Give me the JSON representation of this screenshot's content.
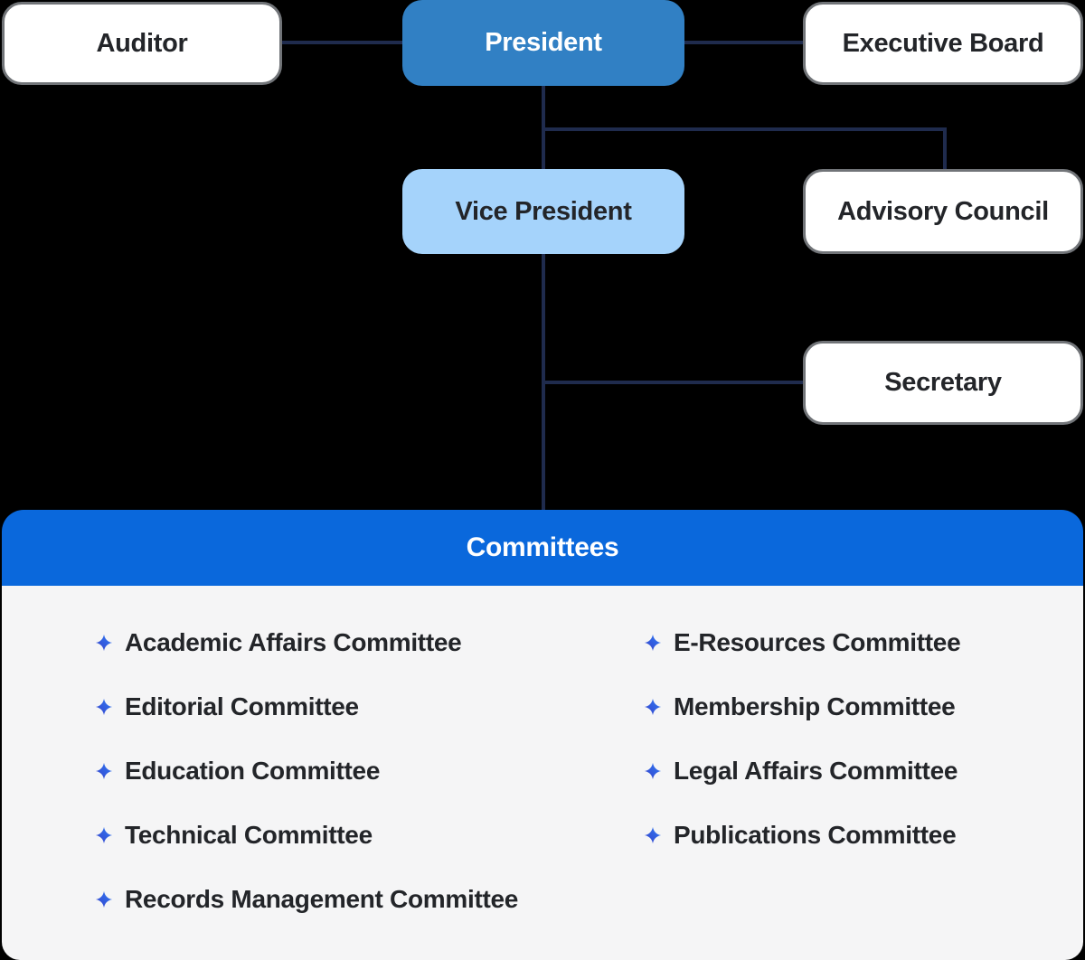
{
  "nodes": {
    "auditor": {
      "label": "Auditor"
    },
    "president": {
      "label": "President"
    },
    "executive_board": {
      "label": "Executive Board"
    },
    "vice_president": {
      "label": "Vice President"
    },
    "advisory_council": {
      "label": "Advisory Council"
    },
    "secretary": {
      "label": "Secretary"
    }
  },
  "committees": {
    "title": "Committees",
    "left": [
      "Academic Affairs Committee",
      "Editorial Committee",
      "Education Committee",
      "Technical Committee",
      "Records Management Committee"
    ],
    "right": [
      "E-Resources Committee",
      "Membership Committee",
      "Legal Affairs Committee",
      "Publications Committee"
    ]
  },
  "colors": {
    "background": "#000000",
    "president_box": "#3180c4",
    "vice_president_box": "#a5d3fb",
    "committees_header": "#0a68dc",
    "committees_body": "#f5f5f6",
    "connector_line": "#1f2b4d",
    "white_box_border": "#717478",
    "star_icon_gradient_start": "#3740c9",
    "star_icon_gradient_end": "#2e7cf6"
  }
}
